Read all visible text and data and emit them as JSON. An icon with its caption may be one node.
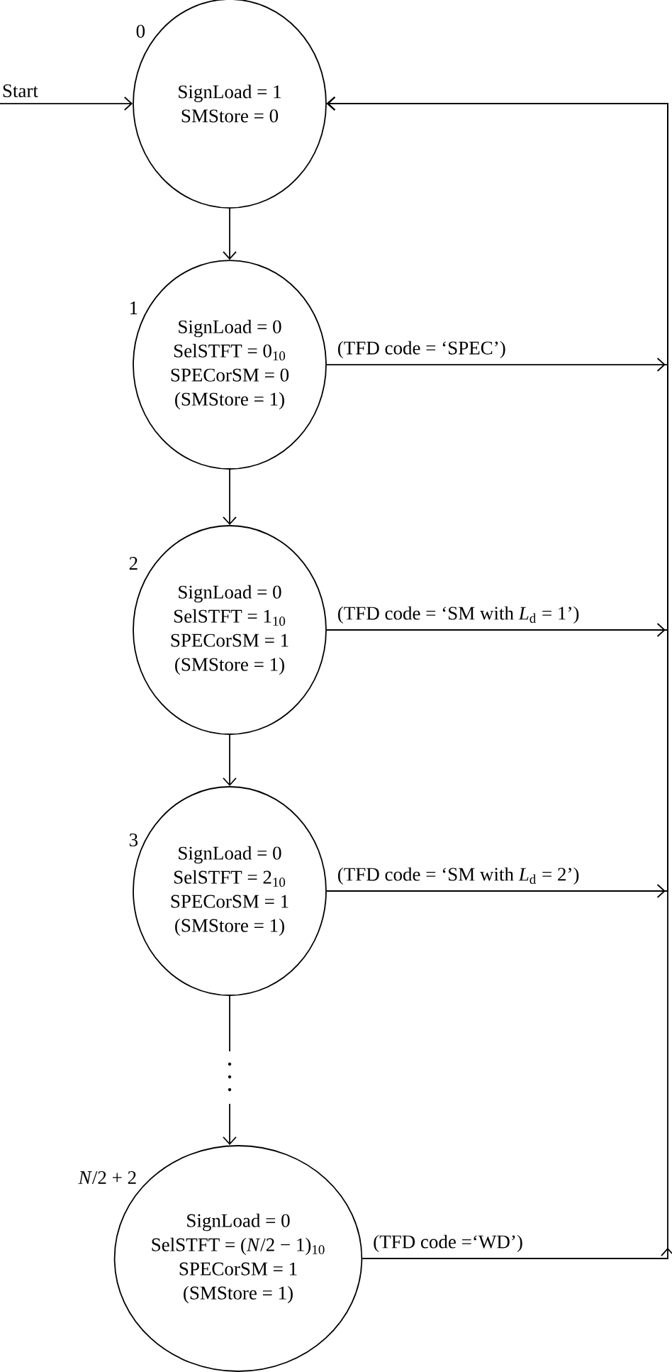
{
  "diagram": {
    "nodes": [
      {
        "text": [
          "SignLoad = 1",
          "SMStore = 0"
        ],
        "beside": [
          "0"
        ]
      },
      {
        "text": [
          "SignLoad = 0",
          "SelSTFT = 0$_{10}$",
          "SPECorSM = 0",
          "(SMStore = 1)"
        ],
        "beside": [
          "1"
        ]
      },
      {
        "text": [
          "SignLoad = 0",
          "SelSTFT = 1$_{10}$",
          "SPECorSM = 1",
          "(SMStore = 1)"
        ],
        "beside": [
          "2"
        ]
      },
      {
        "text": [
          "SignLoad = 0",
          "SelSTFT = 2$_{10}$",
          "SPECorSM = 1",
          "(SMStore = 1)"
        ],
        "beside": [
          "3"
        ]
      },
      {
        "text": [
          "SignLoad = 0",
          "SelSTFT = (*N*/2 − 1)$_{10}$",
          "SPECorSM = 1",
          "(SMStore = 1)"
        ],
        "beside": [
          "*N*/2 + 2"
        ]
      }
    ],
    "edges": [
      {
        "from": null,
        "to": 0,
        "arrow": "to",
        "label": "Start"
      },
      {
        "from": 0,
        "to": 1,
        "arrow": "to"
      },
      {
        "from": 1,
        "to": 2,
        "arrow": "to"
      },
      {
        "from": 2,
        "to": 3,
        "arrow": "to"
      },
      {
        "from": 3,
        "to": 4,
        "arrow": "to"
      },
      {
        "from": 1,
        "to": 0,
        "arrow": "to",
        "label": "(TFD code = ‘SPEC’)"
      },
      {
        "from": 2,
        "to": 0,
        "arrow": "to",
        "label": "(TFD code = ‘SM with *L*$_{d}$ = 1’)"
      },
      {
        "from": 3,
        "to": 0,
        "arrow": "to",
        "label": "(TFD code = ‘SM with *L*$_{d}$ = 2’)"
      },
      {
        "from": 4,
        "to": 0,
        "arrow": "to",
        "label": "(TFD code =‘WD’)"
      }
    ]
  }
}
